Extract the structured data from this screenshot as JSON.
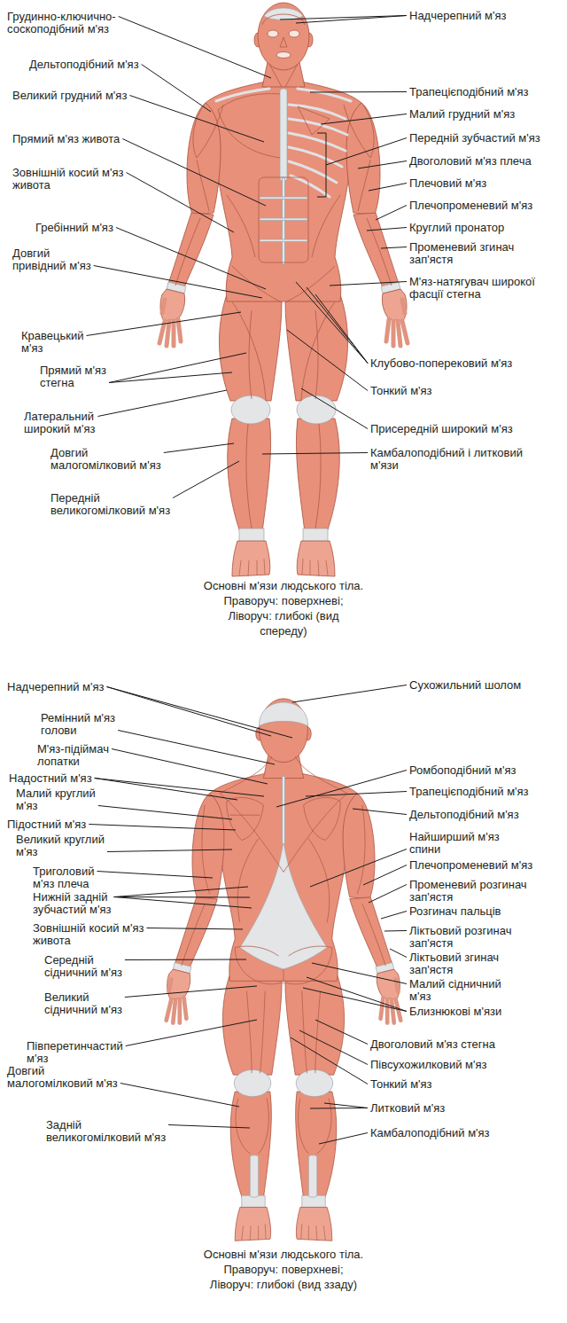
{
  "diagram": {
    "labels": [
      "Грудинно-ключично-соскоподібний м'яз",
      "Дельтоподібний м'яз",
      "Великий грудний м'яз",
      "Прямий м'яз живота",
      "Зовнішній косий м'яз живота",
      "Гребінний м'яз",
      "Довгий привідний м'яз",
      "Кравецький м'яз",
      "Прямий м'яз стегна",
      "Латеральний широкий м'яз",
      "Довгий малогомілковий м'яз",
      "Передній великогомілковий м'яз",
      "Надчерепний м'яз",
      "Трапецієподібний м'яз",
      "Малий грудний м'яз",
      "Передній зубчастий м'яз",
      "Двоголовий м'яз плеча",
      "Плечовий м'яз",
      "Плечопроменевий м'яз",
      "Круглий пронатор",
      "Променевий згинач зап'ястя",
      "М'яз-натягувач широкої фасції стегна",
      "Клубово-поперековий м'яз",
      "Тонкий м'яз",
      "Присередній широкий м'яз",
      "Камбалоподібний і литковий м'язи",
      "Основні м'язи людського тіла. Праворуч: поверхневі; Ліворуч: глибокі (вид спереду)",
      "Надчерепний м'яз",
      "Ремінний м'яз голови",
      "М'яз-підіймач лопатки",
      "Надостний м'яз",
      "Малий круглий м'яз",
      "Підостний м'яз",
      "Великий круглий м'яз",
      "Триголовий м'яз плеча",
      "Нижній задній зубчастий м'яз",
      "Зовнішній косий м'яз живота",
      "Середній сідничний м'яз",
      "Великий сідничний м'яз",
      "Півперетинчастий м'яз",
      "Довгий малогомілковий м'яз",
      "Задній великогомілковий м'яз",
      "Сухожильний шолом",
      "Ромбоподібний м'яз",
      "Трапецієподібний м'яз",
      "Дельтоподібний м'яз",
      "Найширший м'яз спини",
      "Плечопроменевий м'яз",
      "Променевий розгинач зап'ястя",
      "Розгинач пальців",
      "Ліктьовий розгинач зап'ястя",
      "Ліктьовий згинач зап'ястя",
      "Малий сідничний м'яз",
      "Близнюкові м'язи",
      "Двоголовий м'яз стегна",
      "Півсухожилковий м'яз",
      "Тонкий м'яз",
      "Литковий м'яз",
      "Камбалоподібний м'яз",
      "Основні м'язи людського тіла. Праворуч: поверхневі; Ліворуч: глибокі (вид ззаду)"
    ]
  }
}
